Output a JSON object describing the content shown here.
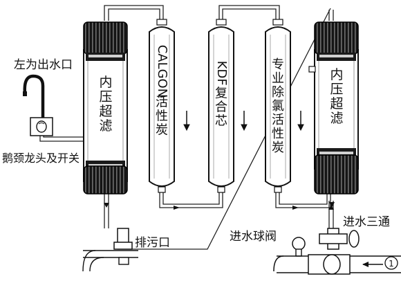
{
  "labels": {
    "outlet": "左为出水口",
    "faucet": "鹅颈龙头及开关",
    "drain": "排污口",
    "inlet_valve": "进水球阀",
    "inlet_tee": "进水三通",
    "inlet_marker": "1"
  },
  "stages": [
    {
      "key": "uf_left",
      "label": "内压超滤"
    },
    {
      "key": "carbon",
      "label": "CALGON活性炭"
    },
    {
      "key": "kdf",
      "label": "KDF复合芯"
    },
    {
      "key": "dechlor",
      "label": "专业除氯活性炭"
    },
    {
      "key": "uf_right",
      "label": "内压超滤"
    }
  ]
}
